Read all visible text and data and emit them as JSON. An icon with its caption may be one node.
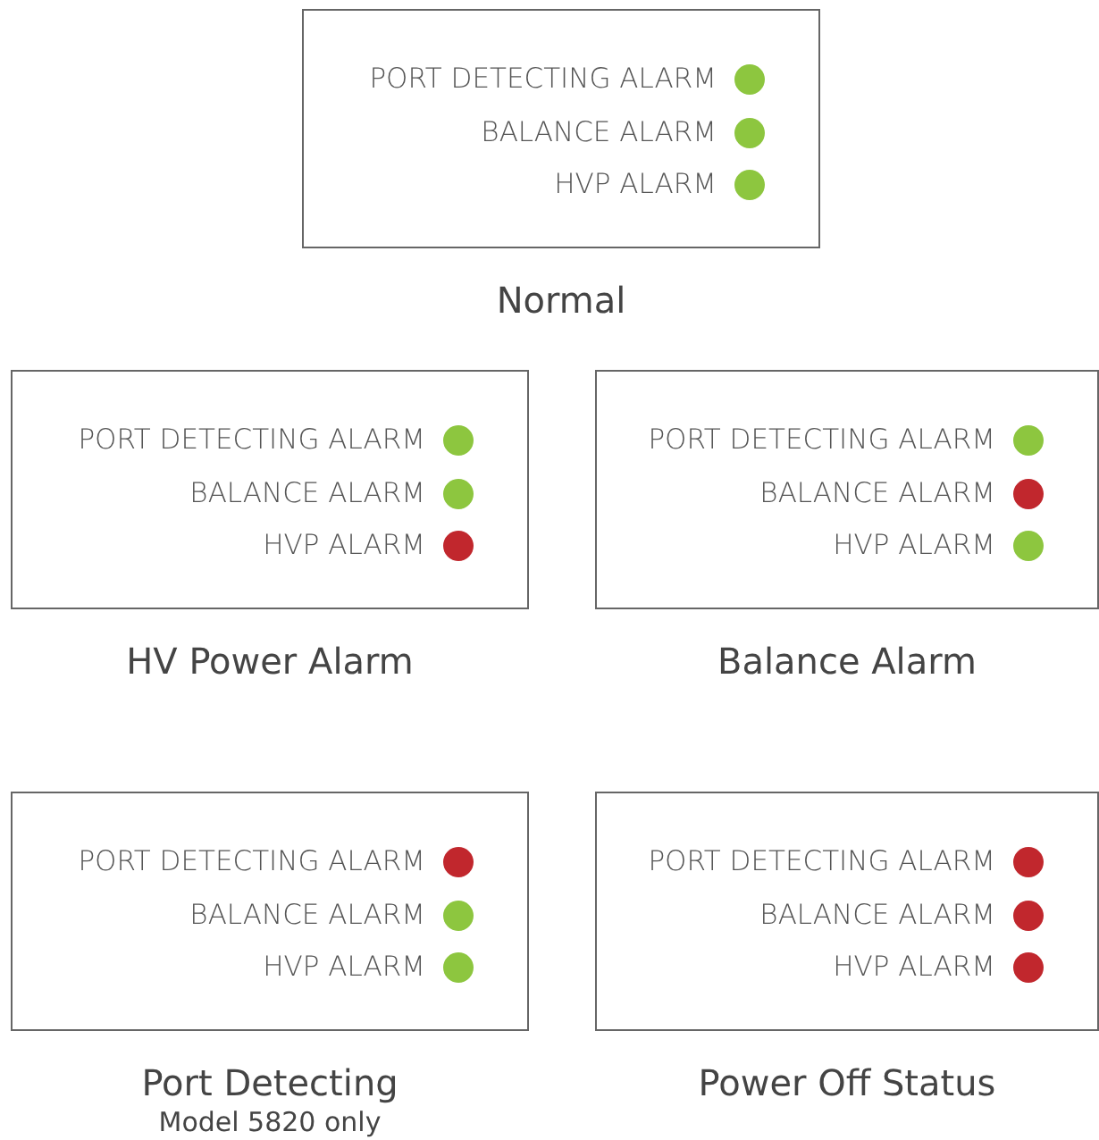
{
  "diagram": {
    "nodes": [
      {
        "text": [
          "Normal"
        ]
      },
      {
        "text": [
          "PORT DETECTING ALARM"
        ],
        "in": 0
      },
      {
        "text": [
          "BALANCE ALARM"
        ],
        "in": 0
      },
      {
        "text": [
          "HVP ALARM"
        ],
        "in": 0
      },
      {
        "text": [
          "HV Power Alarm"
        ]
      },
      {
        "text": [
          "PORT DETECTING ALARM"
        ],
        "in": 4
      },
      {
        "text": [
          "BALANCE ALARM"
        ],
        "in": 4
      },
      {
        "text": [
          "HVP ALARM"
        ],
        "in": 4
      },
      {
        "text": [
          "Balance Alarm"
        ]
      },
      {
        "text": [
          "PORT DETECTING ALARM"
        ],
        "in": 8
      },
      {
        "text": [
          "BALANCE ALARM"
        ],
        "in": 8
      },
      {
        "text": [
          "HVP ALARM"
        ],
        "in": 8
      },
      {
        "text": [
          "Port Detecting",
          "Model 5820 only"
        ]
      },
      {
        "text": [
          "PORT DETECTING ALARM"
        ],
        "in": 12
      },
      {
        "text": [
          "BALANCE ALARM"
        ],
        "in": 12
      },
      {
        "text": [
          "HVP ALARM"
        ],
        "in": 12
      },
      {
        "text": [
          "Power Off Status"
        ]
      },
      {
        "text": [
          "PORT DETECTING ALARM"
        ],
        "in": 16
      },
      {
        "text": [
          "BALANCE ALARM"
        ],
        "in": 16
      },
      {
        "text": [
          "HVP ALARM"
        ],
        "in": 16
      }
    ]
  }
}
